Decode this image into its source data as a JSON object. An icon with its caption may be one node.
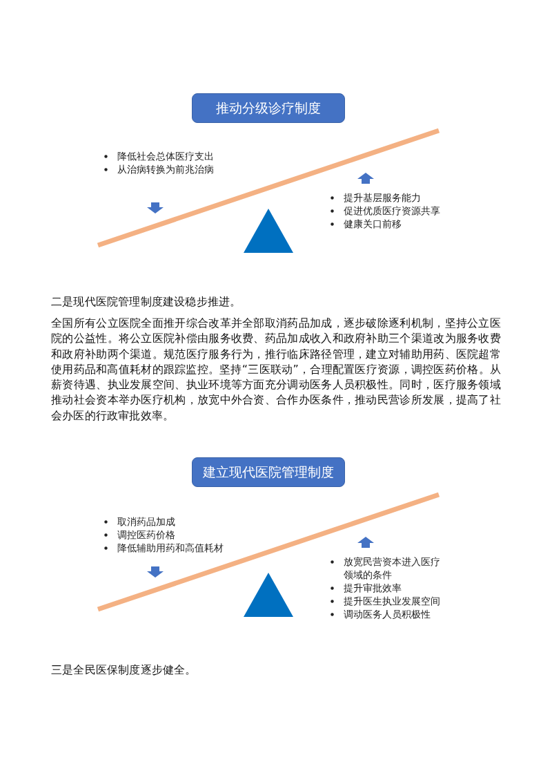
{
  "diagram": {
    "nodes": [
      {
        "text": [
          "推动分级诊疗制度"
        ]
      },
      {
        "text": [
          "建立现代医院管理制度"
        ]
      }
    ],
    "edges": [],
    "labels": [
      "降低社会总体医疗支出",
      "从治病转换为前兆治病",
      "提升基层服务能力",
      "促进优质医疗资源共享",
      "健康关口前移",
      "二是现代医院管理制度建设稳步推进。",
      "全国所有公立医院全面推开综合改革并全部取消药品加成，逐步破除逐利机制，坚持公立医院的公益性。将公立医院补偿由服务收费、药品加成收入和政府补助三个渠道改为服务收费和政府补助两个渠道。规范医疗服务行为，推行临床路径管理，建立对辅助用药、医院超常使用药品和高值耗材的跟踪监控。坚持“三医联动”，合理配置医疗资源，调控医药价格。从薪资待遇、执业发展空间、执业环境等方面充分调动医务人员积极性。同时，医疗服务领域推动社会资本举办医疗机构，放宽中外合资、合作办医条件，推动民营诊所发展，提高了社会办医的行政审批效率。",
      "取消药品加成",
      "调控医药价格",
      "降低辅助用药和高值耗材",
      "放宽民营资本进入医疗领域的条件",
      "提升审批效率",
      "提升医生执业发展空间",
      "调动医务人员积极性",
      "三是全民医保制度逐步健全。"
    ]
  }
}
